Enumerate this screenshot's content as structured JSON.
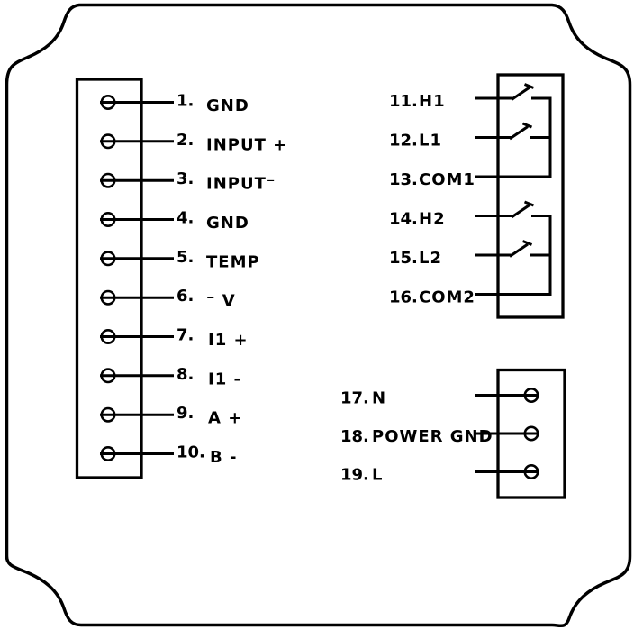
{
  "colors": {
    "line": "#000000",
    "background": "#ffffff"
  },
  "left": {
    "terminals": [
      {
        "num": "1.",
        "label": "GND"
      },
      {
        "num": "2.",
        "label": "INPUT +"
      },
      {
        "num": "3.",
        "label": "INPUT⁻"
      },
      {
        "num": "4.",
        "label": "GND"
      },
      {
        "num": "5.",
        "label": "TEMP"
      },
      {
        "num": "6.",
        "label": "⁻ V"
      },
      {
        "num": "7.",
        "label": "I1 +"
      },
      {
        "num": "8.",
        "label": "I1 -"
      },
      {
        "num": "9.",
        "label": "A +"
      },
      {
        "num": "10.",
        "label": "B -"
      }
    ]
  },
  "relay": {
    "terminals": [
      {
        "num": "11.",
        "label": "H1"
      },
      {
        "num": "12.",
        "label": "L1"
      },
      {
        "num": "13.",
        "label": "COM1"
      },
      {
        "num": "14.",
        "label": "H2"
      },
      {
        "num": "15.",
        "label": "L2"
      },
      {
        "num": "16.",
        "label": "COM2"
      }
    ]
  },
  "power": {
    "terminals": [
      {
        "num": "17.",
        "label": "N"
      },
      {
        "num": "18.",
        "label": "POWER GND"
      },
      {
        "num": "19.",
        "label": "L"
      }
    ]
  }
}
